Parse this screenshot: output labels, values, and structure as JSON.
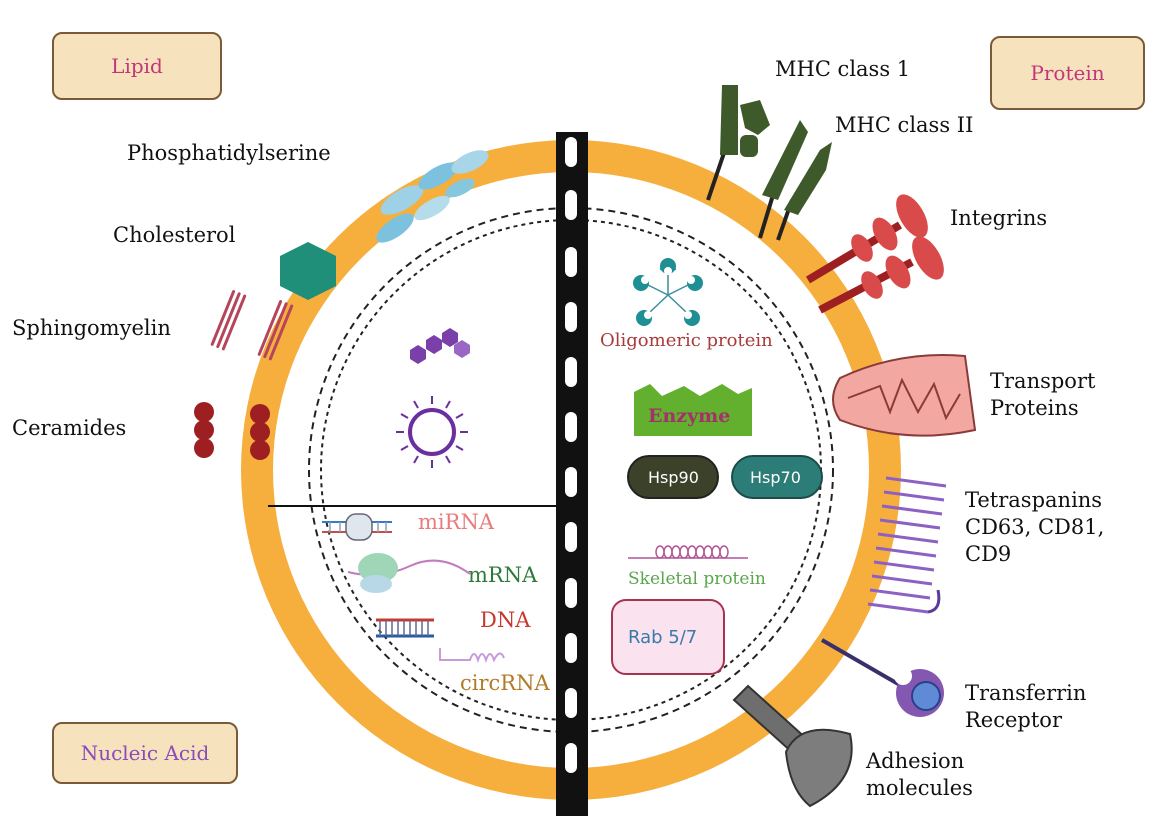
{
  "categories": {
    "lipid": "Lipid",
    "protein": "Protein",
    "nucleic_acid": "Nucleic Acid"
  },
  "lipids": {
    "phosphatidylserine": "Phosphatidylserine",
    "cholesterol": "Cholesterol",
    "sphingomyelin": "Sphingomyelin",
    "ceramides": "Ceramides"
  },
  "membrane_proteins": {
    "mhc1": "MHC class 1",
    "mhc2": "MHC class II",
    "integrins": "Integrins",
    "transport": [
      "Transport",
      "Proteins"
    ],
    "tetraspanins": [
      "Tetraspanins",
      "CD63, CD81,",
      "CD9"
    ],
    "transferrin": [
      "Transferrin",
      "Receptor"
    ],
    "adhesion": [
      "Adhesion",
      "molecules"
    ]
  },
  "inner_proteins": {
    "oligomeric": "Oligomeric protein",
    "enzyme": "Enzyme",
    "hsp90": "Hsp90",
    "hsp70": "Hsp70",
    "skeletal": "Skeletal protein",
    "rab": "Rab 5/7"
  },
  "nucleic_acids": {
    "mirna": "miRNA",
    "mrna": "mRNA",
    "dna": "DNA",
    "circrna": "circRNA"
  },
  "colors": {
    "membrane": "#f6ae3d",
    "box_fill": "#f6e2bd",
    "lipid_label": "#c2377b",
    "protein_label": "#c2377b",
    "nucleic_label": "#8b4bb8",
    "mhc": "#3f5a2a",
    "integrin": "#c53a3a",
    "tetraspanin": "#8d60c4",
    "enzyme": "#62b02e",
    "hsp90": "#3c4229",
    "hsp70": "#2c7c77",
    "mirna": "#e87c7c",
    "mrna": "#2e7a3a",
    "dna": "#c8382e",
    "circrna": "#b07a26",
    "oligomeric": "#a83a3a",
    "skeletal": "#5aa64a",
    "rab": "#3a7aa8"
  }
}
